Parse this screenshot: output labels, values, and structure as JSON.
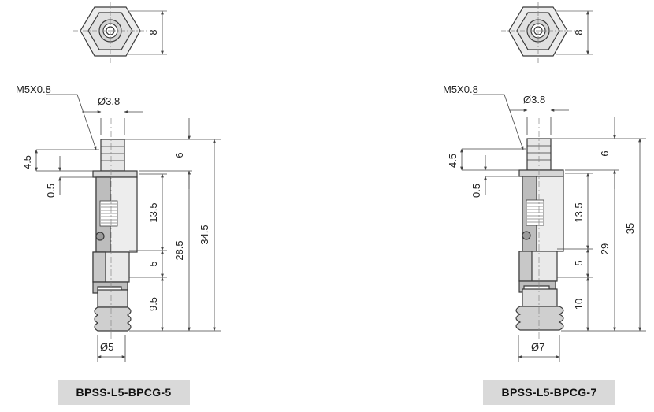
{
  "title": "Vacuum pad dimensional drawings",
  "colors": {
    "line": "#3a3a3a",
    "dim": "#444444",
    "body": "#cfcfcf",
    "body_dark": "#9a9a9a",
    "caption_bg": "#d9d9d9"
  },
  "models": [
    {
      "model": "BPSS-L5-BPCG-5",
      "thread": "M5X0.8",
      "tip_dia": "Ø3.8",
      "pad_dia": "Ø5",
      "hex_height": "8",
      "dim_4_5": "4.5",
      "dim_0_5": "0.5",
      "dim_6": "6",
      "dim_13_5": "13.5",
      "dim_5": "5",
      "dim_pad": "9.5",
      "dim_mid": "28.5",
      "dim_total": "34.5"
    },
    {
      "model": "BPSS-L5-BPCG-7",
      "thread": "M5X0.8",
      "tip_dia": "Ø3.8",
      "pad_dia": "Ø7",
      "hex_height": "8",
      "dim_4_5": "4.5",
      "dim_0_5": "0.5",
      "dim_6": "6",
      "dim_13_5": "13.5",
      "dim_5": "5",
      "dim_pad": "10",
      "dim_mid": "29",
      "dim_total": "35"
    }
  ]
}
